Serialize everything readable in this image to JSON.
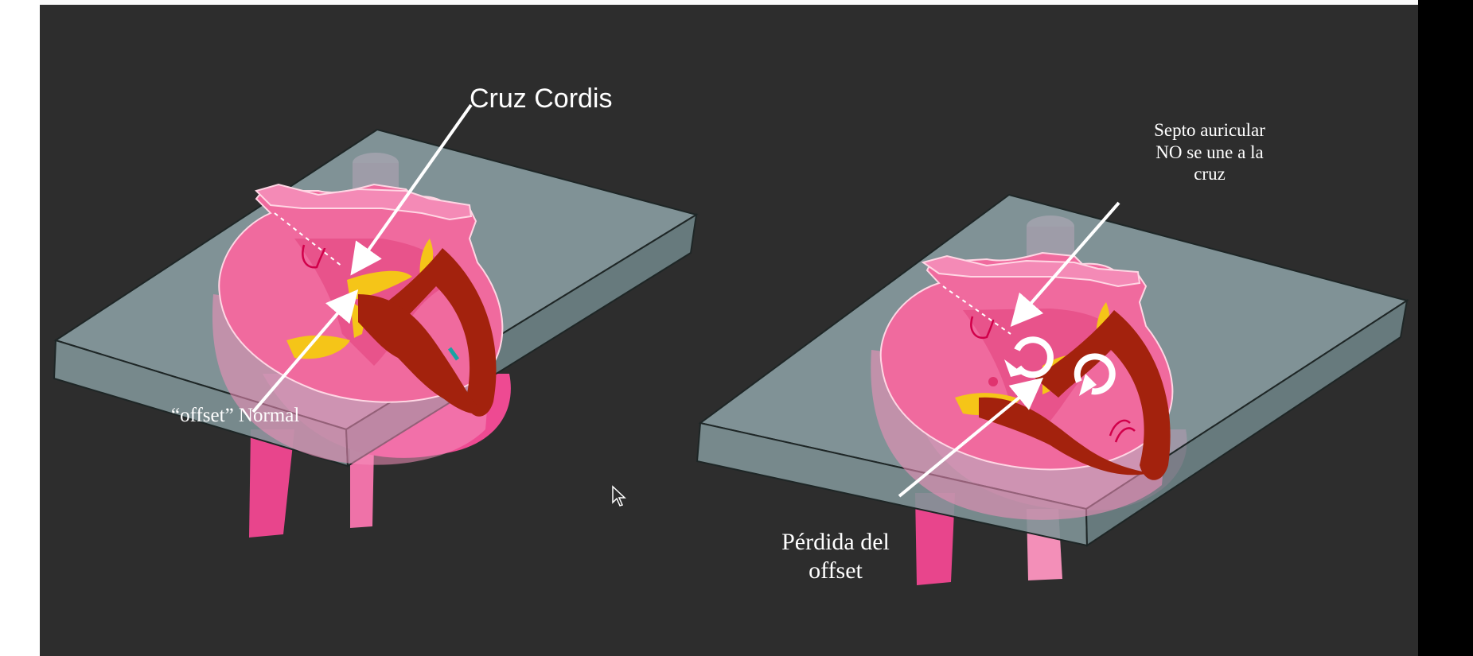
{
  "colors": {
    "background": "#2d2d2d",
    "plane": "#8fa5a9",
    "heart": "#f06a9e",
    "muscle": "#a3220d",
    "valve": "#f5c518",
    "label": "#ffffff"
  },
  "labels": {
    "cruz_cordis": "Cruz Cordis",
    "offset_normal": "“offset” Normal",
    "septo": [
      "Septo auricular",
      "NO se une a la",
      "cruz"
    ],
    "perdida": [
      "Pérdida del",
      "offset"
    ]
  },
  "icons": [
    "arrow-icon",
    "curved-arrow-icon",
    "cursor-icon"
  ]
}
